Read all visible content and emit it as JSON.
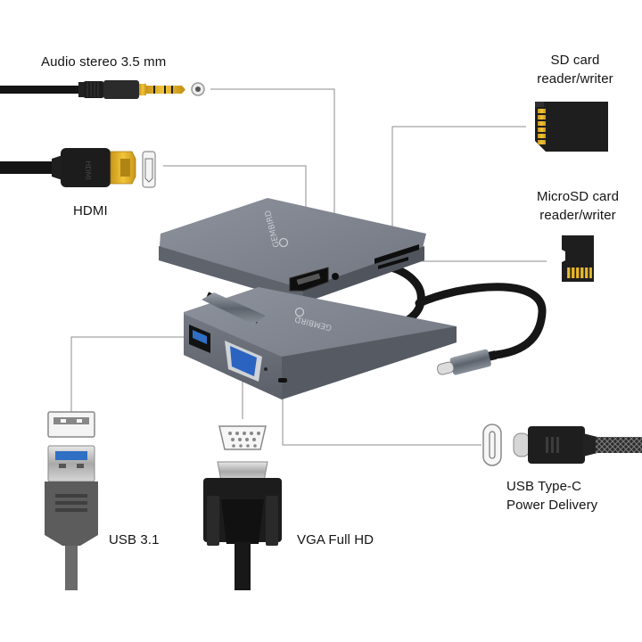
{
  "labels": {
    "audio": "Audio stereo 3.5 mm",
    "hdmi": "HDMI",
    "sd_line1": "SD card",
    "sd_line2": "reader/writer",
    "microsd_line1": "MicroSD card",
    "microsd_line2": "reader/writer",
    "usbc_line1": "USB Type-C",
    "usbc_line2": "Power Delivery",
    "usb": "USB 3.1",
    "vga": "VGA Full HD"
  },
  "brand": {
    "hub_top": "GEMBIRD",
    "hub_bottom": "GEMBIRD",
    "hdmi_plug": "HDMI"
  },
  "colors": {
    "hub_body": "#6e737d",
    "hub_top": "#80858f",
    "usb_blue": "#2f6fc4",
    "vga_blue": "#2b63c0",
    "sd_gold": "#e6b21c",
    "cable_black": "#1c1c1c",
    "leader_line": "#8a8a8a"
  }
}
